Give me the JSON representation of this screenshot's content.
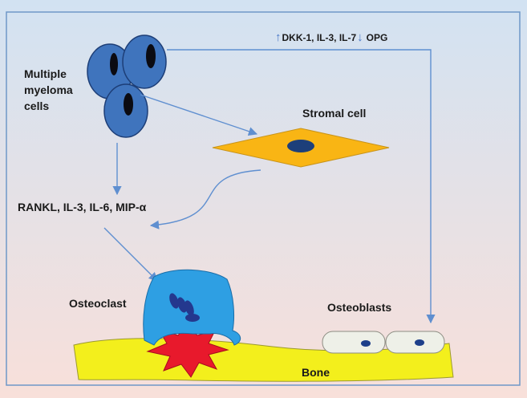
{
  "labels": {
    "myeloma": [
      "Multiple",
      "myeloma",
      "cells"
    ],
    "stromal": "Stromal cell",
    "factors_secreted": "RANKL, IL-3, IL-6, MIP-α",
    "osteoclast": "Osteoclast",
    "osteoblasts": "Osteoblasts",
    "bone": "Bone",
    "up_factors": "DKK-1, IL-3, IL-7",
    "down_factors": "OPG"
  },
  "colors": {
    "background_top": "#d2e2f2",
    "background_bottom": "#f8e0da",
    "frame": "#6f98c8",
    "arrow": "#5f8fd0",
    "myeloma_cell": "#3f74bd",
    "nucleus": "#0b0b12",
    "stromal_cell": "#f9b514",
    "stromal_nucleus": "#1d3f7a",
    "osteoclast": "#2e9fe3",
    "osteoclast_nuclei": "#24388e",
    "resorption": "#e8192c",
    "bone": "#f3ef1c",
    "osteoblast": "#eef0e8",
    "osteoblast_nucleus": "#1d3f8a"
  }
}
